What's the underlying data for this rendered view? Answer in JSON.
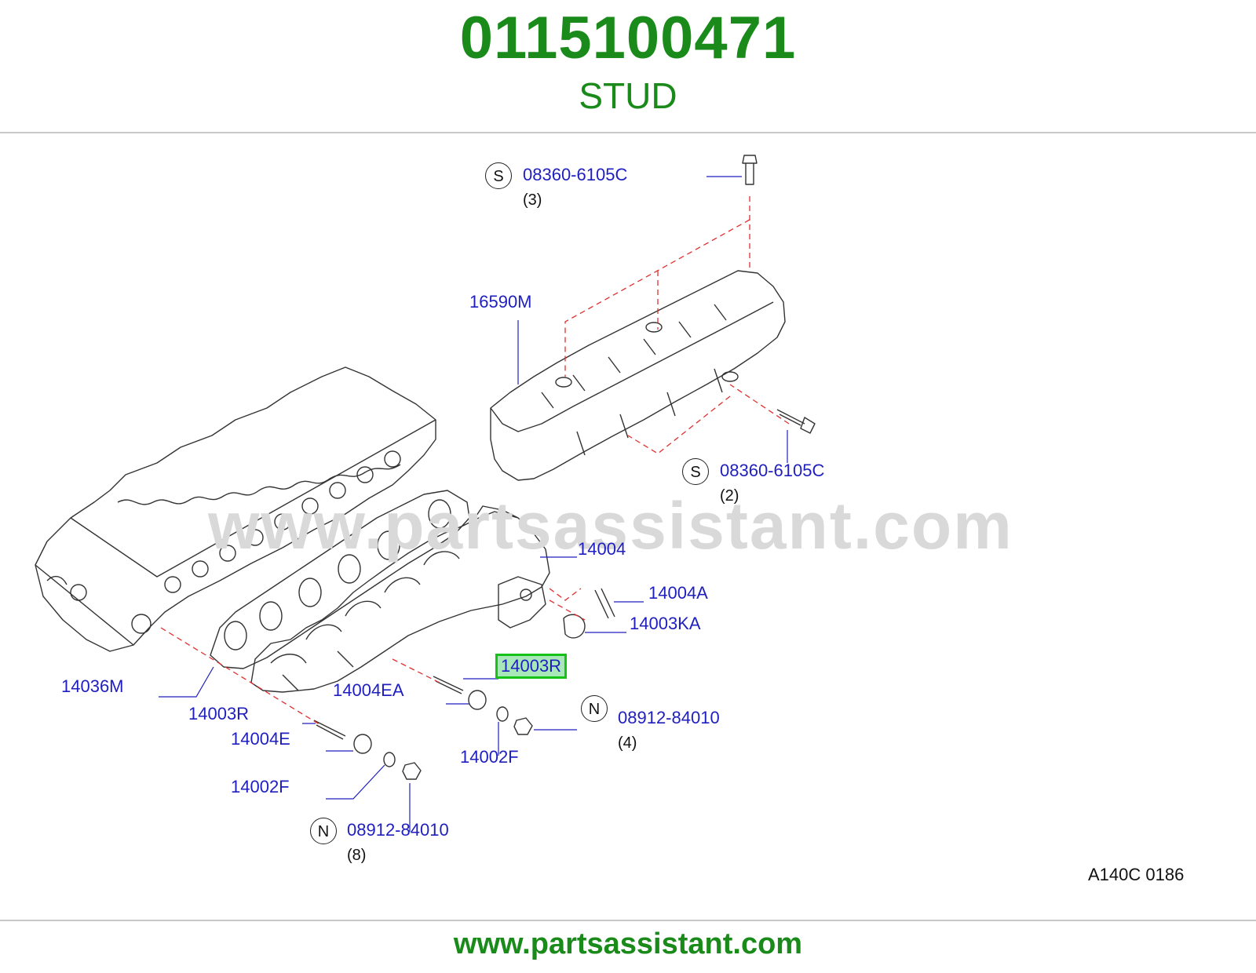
{
  "header": {
    "part_number": "0115100471",
    "part_name": "STUD"
  },
  "watermark": "www.partsassistant.com",
  "callouts": {
    "bolt_top_prefix": "S",
    "bolt_top_code": "08360-6105C",
    "bolt_top_qty": "(3)",
    "cover_code": "16590M",
    "bolt_right_prefix": "S",
    "bolt_right_code": "08360-6105C",
    "bolt_right_qty": "(2)",
    "manifold_code": "14004",
    "stud_a_code": "14004A",
    "plug_code": "14003KA",
    "stud_selected_code": "14003R",
    "gasket_code": "14036M",
    "spacer_ea_code": "14004EA",
    "stud_left_code": "14003R",
    "spacer_e_code": "14004E",
    "washer_right_code": "14002F",
    "washer_left_code": "14002F",
    "nut_right_prefix": "N",
    "nut_right_code": "08912-84010",
    "nut_right_qty": "(4)",
    "nut_left_prefix": "N",
    "nut_left_code": "08912-84010",
    "nut_left_qty": "(8)"
  },
  "diagram_code": "A140C  0186",
  "footer": {
    "url": "www.partsassistant.com"
  },
  "colors": {
    "brand_green": "#1a8a1a",
    "callout_blue": "#1f1fbf",
    "highlight_border": "#16c216",
    "highlight_fill": "#a8e8b8",
    "leader_red": "#e03030"
  }
}
